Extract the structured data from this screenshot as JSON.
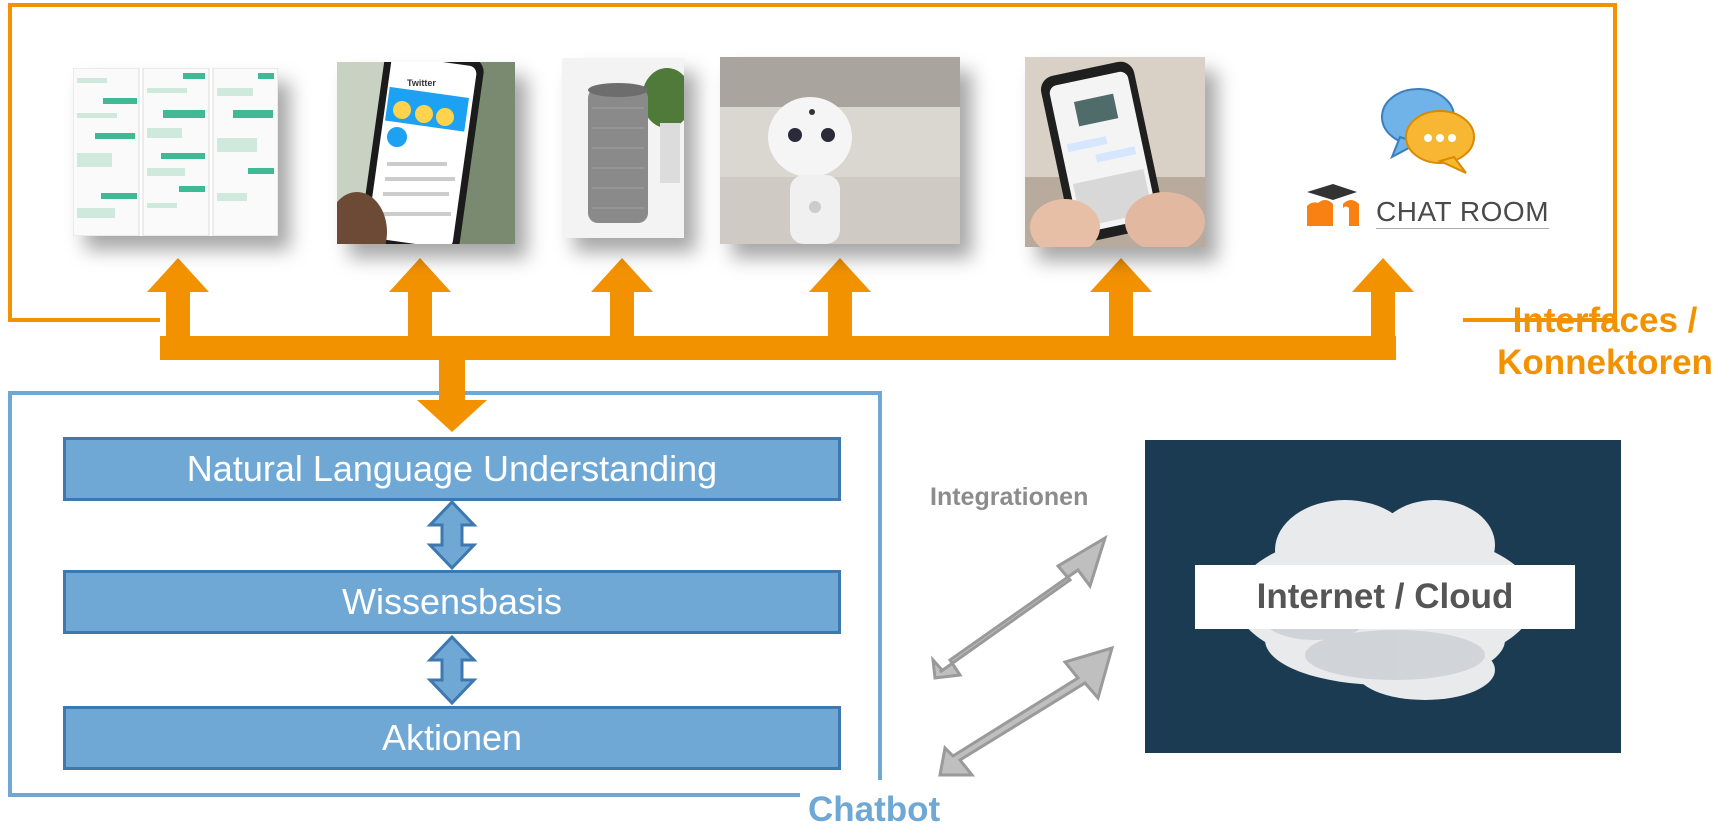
{
  "diagram": {
    "layers": [
      {
        "label": "Natural Language Understanding"
      },
      {
        "label": "Wissensbasis"
      },
      {
        "label": "Aktionen"
      }
    ],
    "interfaces_label_line1": "Interfaces /",
    "interfaces_label_line2": "Konnektoren",
    "chatbot_label": "Chatbot",
    "integrations_label": "Integrationen",
    "cloud_label": "Internet / Cloud",
    "chatroom_label": "CHAT ROOM",
    "twitter_label": "Twitter"
  },
  "colors": {
    "orange": "#f39200",
    "blue": "#6fa7d5",
    "blue_dark": "#3e78ae",
    "gray": "#b3b3b3"
  },
  "icons": [
    "chat-screens-image",
    "twitter-phone-image",
    "smart-speaker-image",
    "robot-image",
    "phone-messaging-image",
    "chat-bubbles-icon",
    "moodle-logo-icon"
  ]
}
